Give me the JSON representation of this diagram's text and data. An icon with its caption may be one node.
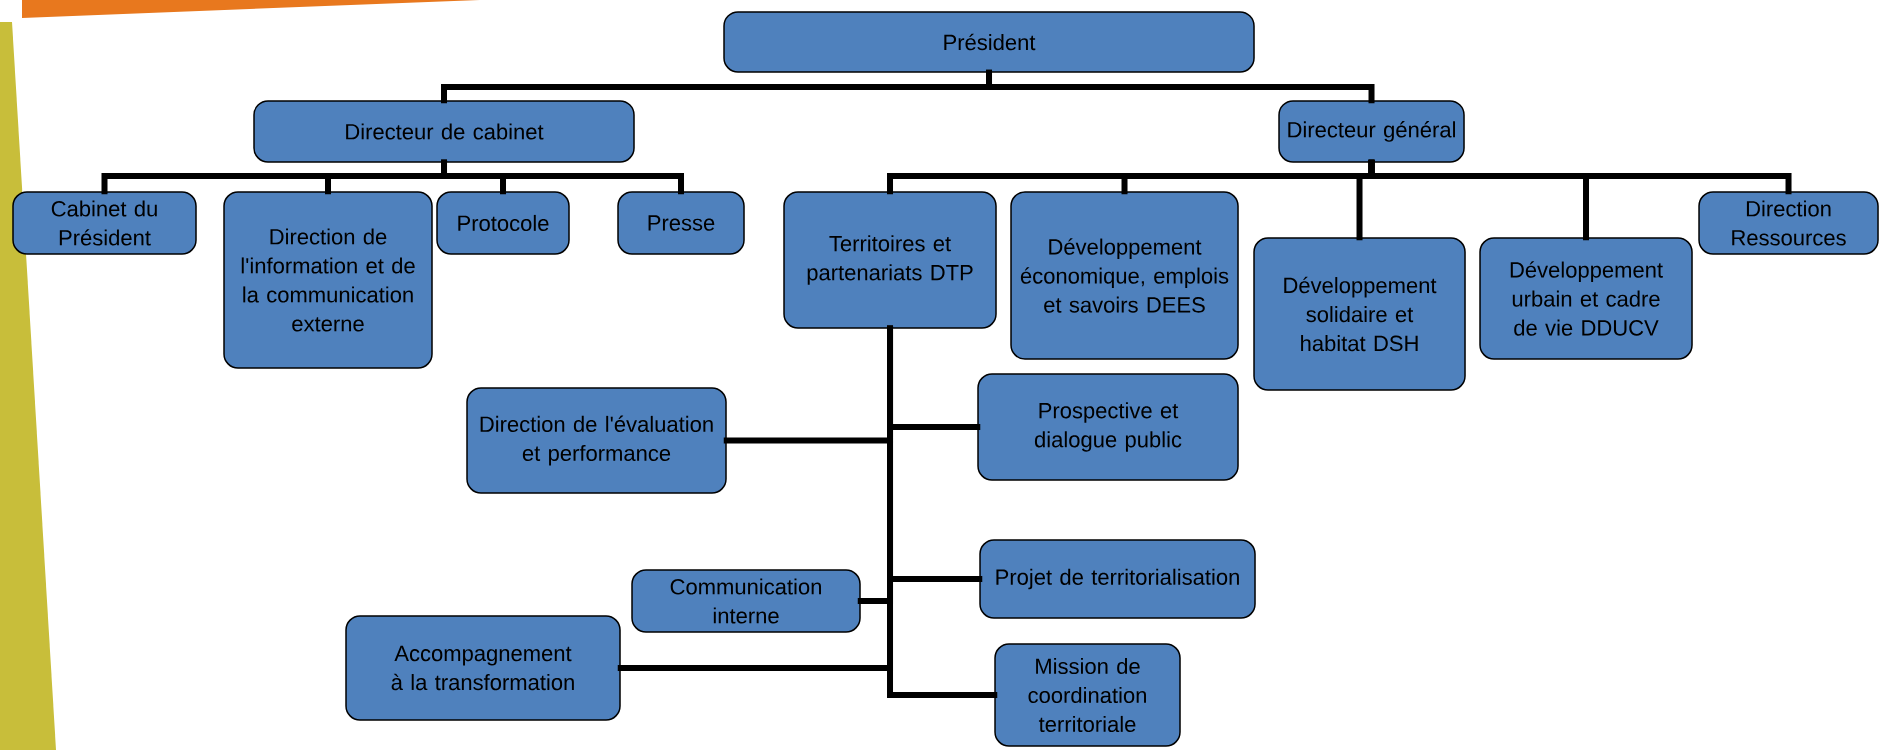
{
  "diagram": {
    "nodes": [
      {
        "text": [
          "Président"
        ]
      },
      {
        "text": [
          "Directeur de cabinet"
        ]
      },
      {
        "text": [
          "Directeur général"
        ]
      },
      {
        "text": [
          "Cabinet du Président"
        ]
      },
      {
        "text": [
          "Direction de l'information et de la communication externe"
        ]
      },
      {
        "text": [
          "Protocole"
        ]
      },
      {
        "text": [
          "Presse"
        ]
      },
      {
        "text": [
          "Territoires et partenariats DTP"
        ]
      },
      {
        "text": [
          "Développement économique, emplois et savoirs DEES"
        ]
      },
      {
        "text": [
          "Développement solidaire et habitat DSH"
        ]
      },
      {
        "text": [
          "Développement urbain et cadre de vie DDUCV"
        ]
      },
      {
        "text": [
          "Direction Ressources"
        ]
      },
      {
        "text": [
          "Direction de l'évaluation et performance"
        ]
      },
      {
        "text": [
          "Prospective et dialogue public"
        ]
      },
      {
        "text": [
          "Communication interne"
        ]
      },
      {
        "text": [
          "Projet de territorialisation"
        ]
      },
      {
        "text": [
          "Accompagnement à la transformation"
        ]
      },
      {
        "text": [
          "Mission de coordination territoriale"
        ]
      }
    ],
    "edges": [
      {
        "from": 0,
        "to": 1,
        "arrow": "none"
      },
      {
        "from": 0,
        "to": 2,
        "arrow": "none"
      },
      {
        "from": 1,
        "to": 3,
        "arrow": "none"
      },
      {
        "from": 1,
        "to": 4,
        "arrow": "none"
      },
      {
        "from": 1,
        "to": 5,
        "arrow": "none"
      },
      {
        "from": 1,
        "to": 6,
        "arrow": "none"
      },
      {
        "from": 2,
        "to": 7,
        "arrow": "none"
      },
      {
        "from": 2,
        "to": 8,
        "arrow": "none"
      },
      {
        "from": 2,
        "to": 9,
        "arrow": "none"
      },
      {
        "from": 2,
        "to": 10,
        "arrow": "none"
      },
      {
        "from": 2,
        "to": 11,
        "arrow": "none"
      },
      {
        "from": 7,
        "to": 12,
        "arrow": "none"
      },
      {
        "from": 7,
        "to": 13,
        "arrow": "none"
      },
      {
        "from": 7,
        "to": 14,
        "arrow": "none"
      },
      {
        "from": 7,
        "to": 15,
        "arrow": "none"
      },
      {
        "from": 7,
        "to": 16,
        "arrow": "none"
      },
      {
        "from": 7,
        "to": 17,
        "arrow": "none"
      }
    ]
  }
}
